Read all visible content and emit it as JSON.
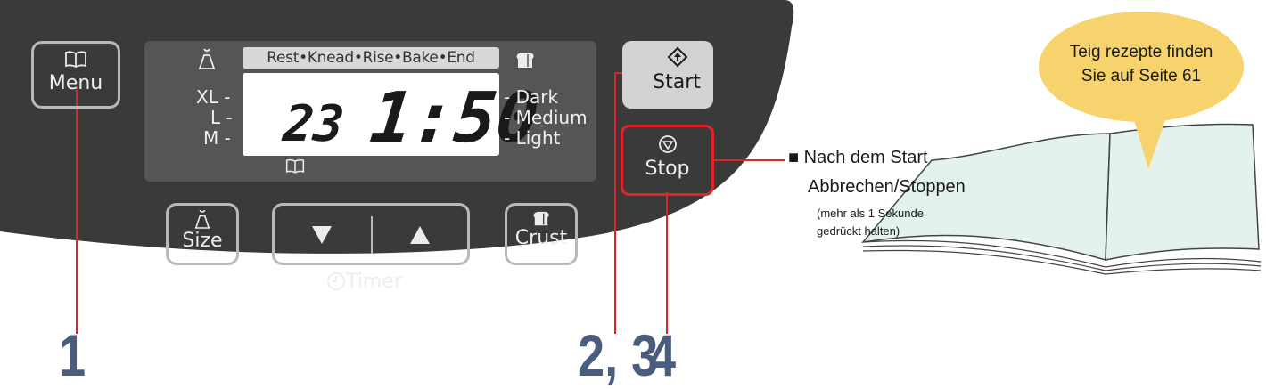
{
  "panel": {
    "colors": {
      "body": "#3a3a3a",
      "lcd": "#555555",
      "button_border": "#b9b9b9",
      "stop_highlight": "#e0262c",
      "callout_line": "#d9252b",
      "callout_number": "#4a5d7e",
      "bubble": "#f7d36e",
      "book_page": "#e3f2ec"
    }
  },
  "buttons": {
    "menu": {
      "label": "Menu",
      "icon": "book-icon"
    },
    "start": {
      "label": "Start",
      "icon": "diamond-arrow-icon"
    },
    "stop": {
      "label": "Stop",
      "icon": "stop-circle-icon"
    },
    "size": {
      "label": "Size",
      "icon": "weight-icon"
    },
    "crust": {
      "label": "Crust",
      "icon": "bread-icon"
    },
    "timer": {
      "label": "Timer",
      "icon": "clock-icon"
    }
  },
  "display": {
    "stages": "Rest•Knead•Rise•Bake•End",
    "sizes": [
      "XL -",
      "L -",
      "M -"
    ],
    "crusts": [
      "- Dark",
      "- Medium",
      "- Light"
    ],
    "menu_number": "23",
    "time": "1:50"
  },
  "callouts": {
    "menu": "1",
    "start": "2, 3",
    "stop": "4"
  },
  "stop_note": {
    "title": "■ Nach dem Start",
    "line2": "Abbrechen/Stoppen",
    "small1": "(mehr als 1 Sekunde",
    "small2": "gedrückt halten)"
  },
  "bubble": {
    "line1": "Teig rezepte finden",
    "line2": "Sie auf Seite 61"
  }
}
